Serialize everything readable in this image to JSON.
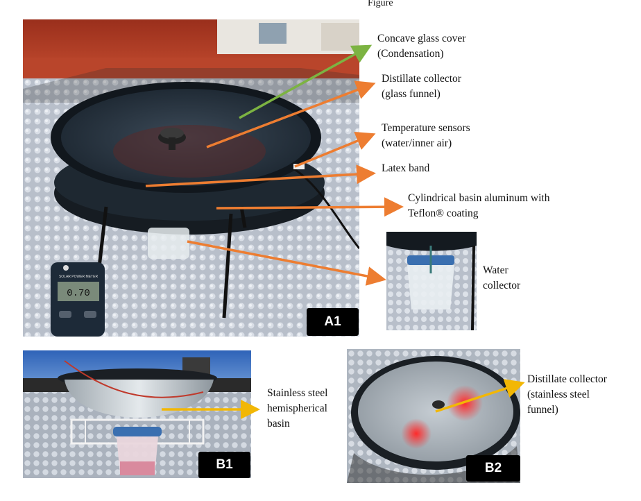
{
  "figure": {
    "top_text": "Figure",
    "labels": {
      "glass_cover_l1": "Concave glass cover",
      "glass_cover_l2": "(Condensation)",
      "distillate_collector_l1": "Distillate collector",
      "distillate_collector_l2": "(glass funnel)",
      "temp_sensors_l1": "Temperature sensors",
      "temp_sensors_l2": "(water/inner air)",
      "latex_band": "Latex band",
      "basin_l1": "Cylindrical basin aluminum with",
      "basin_l2": "Teflon® coating",
      "water_collector_l1": "Water",
      "water_collector_l2": "collector",
      "ss_basin_l1": "Stainless steel",
      "ss_basin_l2": "hemispherical",
      "ss_basin_l3": "basin",
      "ss_collector_l1": "Distillate collector",
      "ss_collector_l2": "(stainless steel",
      "ss_collector_l3": "funnel)"
    },
    "badges": {
      "a1": "A1",
      "b1": "B1",
      "b2": "B2"
    },
    "meter_display": "0.70",
    "meter_brand": "SOLAR POWER METER",
    "colors": {
      "arrow_green": "#7cb342",
      "arrow_orange": "#ed7d31",
      "arrow_yellow": "#f2b705",
      "badge_bg": "#000000"
    }
  }
}
